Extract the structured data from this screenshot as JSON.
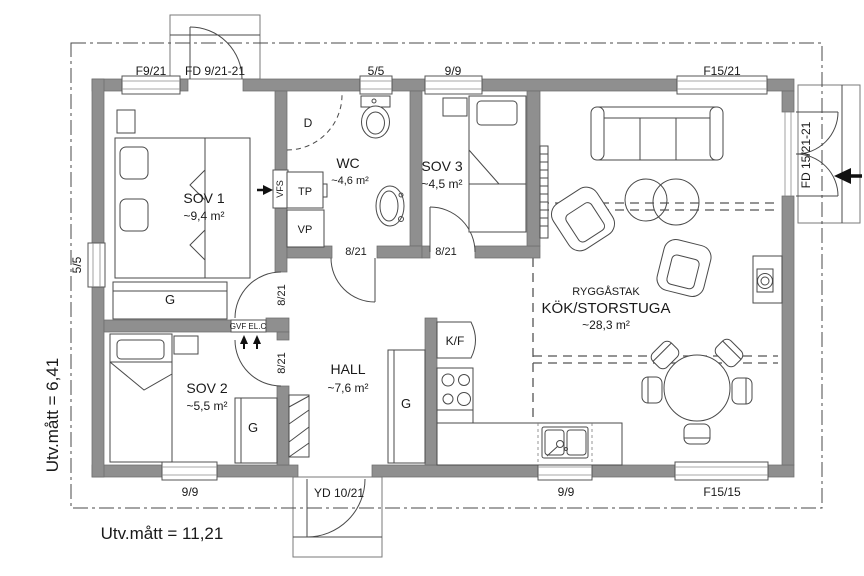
{
  "plan": {
    "exterior_width_label": "Utv.mått = 11,21",
    "exterior_height_label": "Utv.mått = 6,41"
  },
  "rooms": {
    "sov1": {
      "name": "SOV 1",
      "area": "~9,4 m²"
    },
    "sov2": {
      "name": "SOV 2",
      "area": "~5,5 m²"
    },
    "sov3": {
      "name": "SOV 3",
      "area": "~4,5 m²"
    },
    "wc": {
      "name": "WC",
      "area": "~4,6 m²"
    },
    "hall": {
      "name": "HALL",
      "area": "~7,6 m²"
    },
    "storstuga": {
      "ceiling_note": "RYGGÅSTAK",
      "name": "KÖK/STORSTUGA",
      "area": "~28,3 m²"
    }
  },
  "windows": {
    "f9_21": "F9/21",
    "t5_5": "5/5",
    "t9_9": "9/9",
    "f15_21": "F15/21",
    "l5_5": "5/5",
    "b9_9_left": "9/9",
    "b9_9_kitchen": "9/9",
    "f15_15": "F15/15"
  },
  "doors": {
    "fd9_21_21": "FD 9/21-21",
    "fd15_21_21": "FD 15/21-21",
    "yd10_21": "YD 10/21",
    "d8_21": "8/21"
  },
  "fixtures": {
    "shower": "D",
    "tp": "TP",
    "vp": "VP",
    "vfs": "VFS",
    "gvf_elc": "GVF EL.C",
    "wardrobe": "G",
    "fridge_freezer": "K/F"
  },
  "colors": {
    "wall": "#8f8f8f",
    "line": "#4a4a4a",
    "text": "#1a1a1a"
  }
}
